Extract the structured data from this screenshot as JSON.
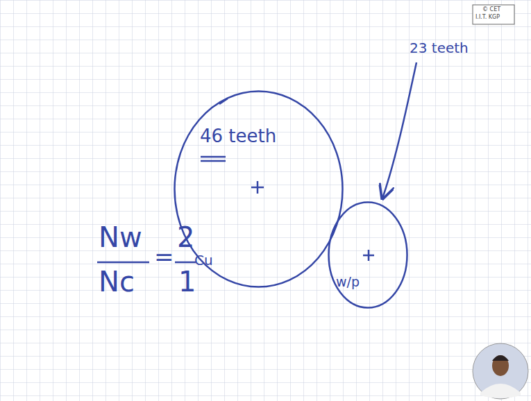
{
  "diagram": {
    "nodes": [
      {
        "text": [
          "46 teeth",
          "Cu"
        ]
      },
      {
        "text": [
          "w/p"
        ]
      }
    ],
    "labels": [
      "23 teeth",
      "Nw",
      "Nc",
      "=",
      "2",
      "1",
      "© CET",
      "I.I.T. KGP"
    ]
  }
}
